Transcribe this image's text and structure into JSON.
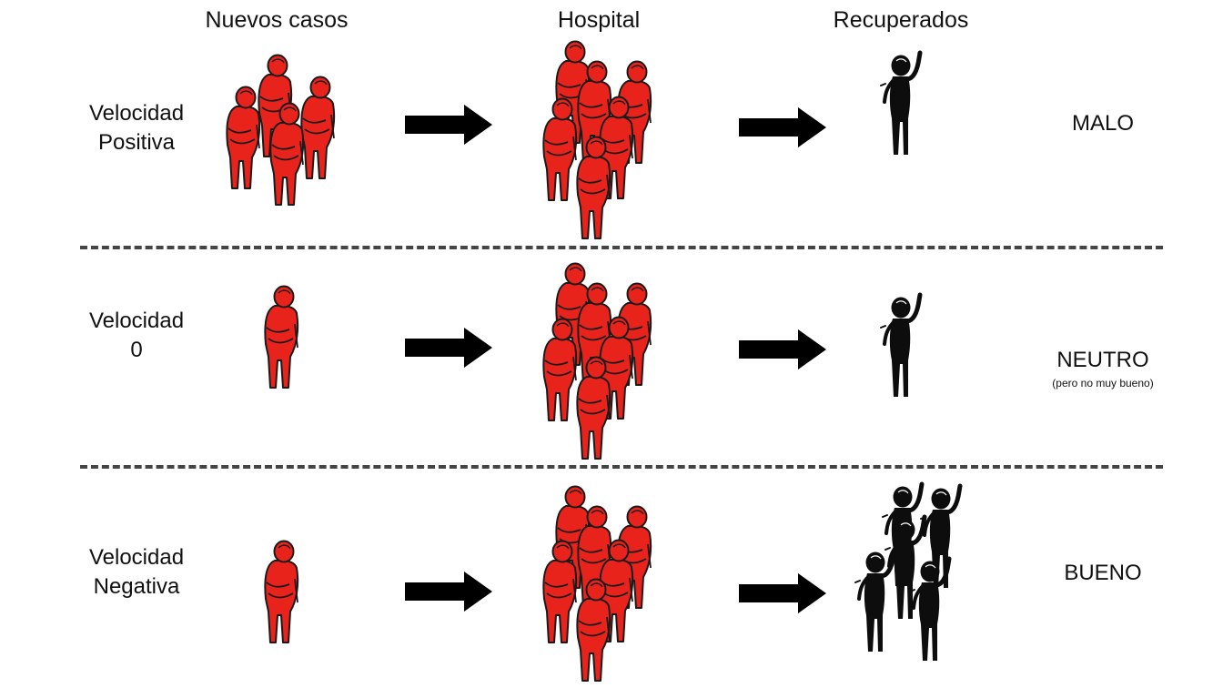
{
  "headers": {
    "new_cases": "Nuevos casos",
    "hospital": "Hospital",
    "recovered": "Recuperados"
  },
  "rows": [
    {
      "label_line1": "Velocidad",
      "label_line2": "Positiva",
      "verdict": "MALO",
      "verdict_note": "",
      "new_cases_count": 4,
      "hospital_count": 6,
      "recovered_count": 1
    },
    {
      "label_line1": "Velocidad",
      "label_line2": "0",
      "verdict": "NEUTRO",
      "verdict_note": "(pero no muy bueno)",
      "new_cases_count": 1,
      "hospital_count": 6,
      "recovered_count": 1
    },
    {
      "label_line1": "Velocidad",
      "label_line2": "Negativa",
      "verdict": "BUENO",
      "verdict_note": "",
      "new_cases_count": 1,
      "hospital_count": 6,
      "recovered_count": 5
    }
  ],
  "colors": {
    "infected": "#e8231c",
    "recovered": "#0d0d0d",
    "outline": "#1a1a1a",
    "arrow": "#000000",
    "divider": "#444444"
  },
  "icons": {
    "person_infected": "red-person-icon",
    "person_recovered": "black-waving-person-icon",
    "arrow": "right-arrow-icon"
  }
}
